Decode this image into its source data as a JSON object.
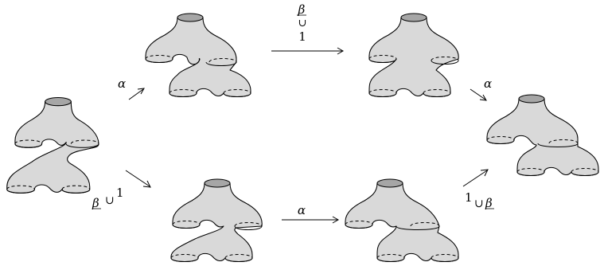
{
  "arrows": {
    "top": {
      "label_top": "β",
      "label_mid": "∪",
      "label_bottom": "1"
    },
    "top_left": {
      "label": "α"
    },
    "top_right": {
      "label": "α"
    },
    "bottom_left": {
      "label_beta": "β",
      "label_cup": "∪",
      "label_one": "1"
    },
    "bottom": {
      "label": "α"
    },
    "bottom_right": {
      "label_one": "1",
      "label_cup": "∪",
      "label_beta": "β"
    }
  },
  "colors": {
    "surface_fill": "#d9d9d9",
    "top_cap_fill": "#a6a6a6",
    "stroke": "#000000"
  }
}
